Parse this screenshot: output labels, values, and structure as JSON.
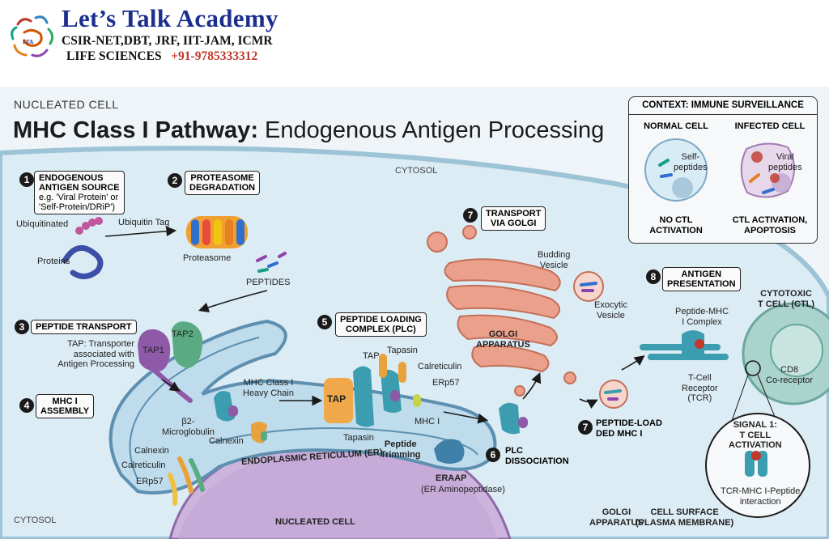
{
  "brand": {
    "name": "Let’s Talk Academy",
    "line1": "CSIR-NET,DBT, JRF, IIT-JAM, ICMR",
    "line2": "LIFE SCIENCES",
    "phone": "+91-9785333312"
  },
  "header": {
    "kicker": "NUCLEATED CELL",
    "title_bold": "MHC Class I Pathway:",
    "title_rest": "Endogenous Antigen Processing"
  },
  "regions": {
    "cytosol_top": "CYTOSOL",
    "cytosol_bottom": "CYTOSOL",
    "nucleated_cell": "NUCLEATED CELL",
    "er": "ENDOPLASMIC RETICULUM (ER)",
    "golgi_bottom": "GOLGI\nAPPARATUS",
    "cell_surface": "CELL SURFACE\n(PLASMA MEMBRANE)"
  },
  "steps": [
    {
      "num": "1",
      "title": "ENDOGENOUS\nANTIGEN SOURCE",
      "desc": "e.g. 'Viral Protein' or\n'Self-Protein/DRiP')"
    },
    {
      "num": "2",
      "title": "PROTEASOME\nDEGRADATION"
    },
    {
      "num": "3",
      "title": "PEPTIDE TRANSPORT"
    },
    {
      "num": "4",
      "title": "MHC I\nASSEMBLY"
    },
    {
      "num": "5",
      "title": "PEPTIDE LOADING\nCOMPLEX (PLC)"
    },
    {
      "num": "6",
      "title": "PLC\nDISSOCIATION"
    },
    {
      "num": "7",
      "title": "TRANSPORT\nVIA GOLGI"
    },
    {
      "num": "7",
      "title": "PEPTIDE-LOAD\nDED MHC I"
    },
    {
      "num": "8",
      "title": "ANTIGEN\nPRESENTATION"
    }
  ],
  "labels": {
    "ubiquitinated": "Ubiquitinated",
    "ubiquitin_tag": "Ubiquitin Tag",
    "proteins": "Proteins",
    "proteasome": "Proteasome",
    "peptides": "PEPTIDES",
    "tap_desc": "TAP: Transporter\nassociated with\nAntigen Processing",
    "tap1": "TAP1",
    "tap2": "TAP2",
    "mhc_heavy": "MHC Class I\nHeavy Chain",
    "b2m": "β2-\nMicroglobulin",
    "calnexin_a": "Calnexin",
    "calnexin_b": "Calnexin",
    "calreticulin_a": "Calreticulin",
    "calreticulin_b": "Calreticulin",
    "erp57_a": "ERp57",
    "erp57_b": "ERp57",
    "tap_plc": "TAP",
    "tap_small": "TAP",
    "tapasin_a": "Tapasin",
    "tapasin_b": "Tapasin",
    "mhc_i": "MHC I",
    "peptide_trimming": "Peptide\nTrimming",
    "eraap": "ERAAP",
    "eraap_full": "(ER Aminopeptidase)",
    "golgi_apparatus": "GOLGI\nAPPARATUS",
    "budding_vesicle": "Budding\nVesicle",
    "exocytic_vesicle": "Exocytic\nVesicle",
    "peptide_mhc": "Peptide-MHC\nI Complex",
    "tcr": "T-Cell\nReceptor\n(TCR)",
    "ctl": "CYTOTOXIC\nT CELL (CTL)",
    "cd8": "CD8\nCo-receptor",
    "signal1": "SIGNAL 1:\nT CELL\nACTIVATION",
    "tcr_interaction": "TCR-MHC I-Peptide\ninteraction"
  },
  "context": {
    "title": "CONTEXT: IMMUNE SURVEILLANCE",
    "normal_head": "NORMAL CELL",
    "infected_head": "INFECTED CELL",
    "self_peptides": "Self-\npeptides",
    "viral_peptides": "Viral\npeptides",
    "normal_outcome": "NO CTL\nACTIVATION",
    "infected_outcome": "CTL ACTIVATION,\nAPOPTOSIS"
  },
  "colors": {
    "brand_blue": "#1c2f8e",
    "cytosol_bg": "#dcecf4",
    "er_fill": "#bfdcec",
    "golgi": "#eba08c",
    "tap1": "#8e5aa8",
    "tap2": "#5aab83",
    "mhc": "#3d9db0",
    "ctl": "#a9d3cc"
  }
}
